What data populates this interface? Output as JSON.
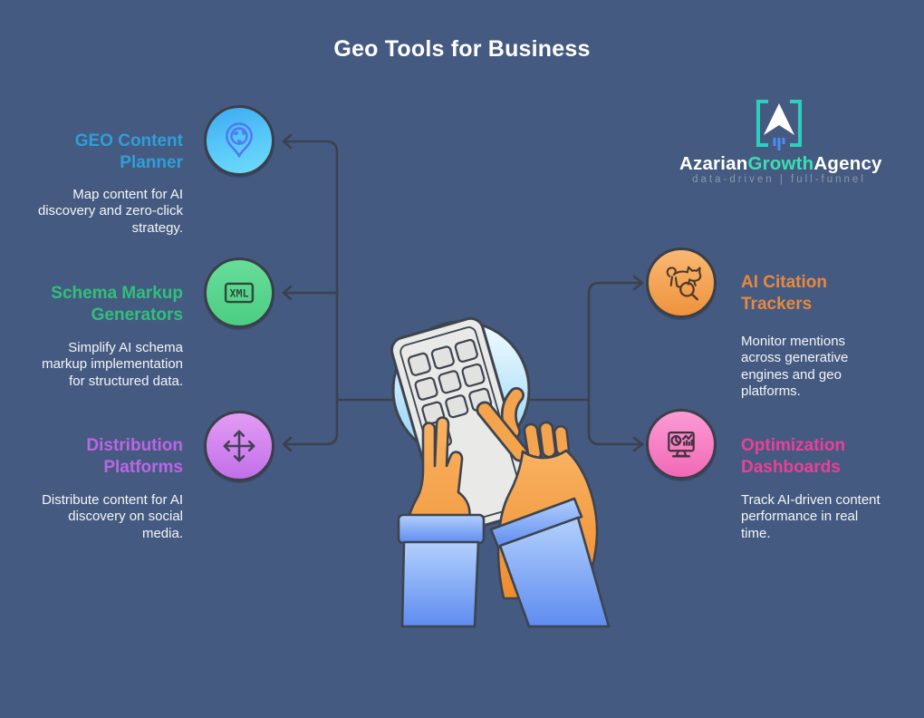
{
  "title": "Geo Tools for Business",
  "background_color": "#455a80",
  "connector_color": "#3b414d",
  "logo": {
    "mark": "bracketed-arrow-a-rocket",
    "bracket_color": "#2ccfbf",
    "exhaust_color": "#4a8df6",
    "parts": [
      "Azarian",
      "Growth",
      "Agency"
    ],
    "growth_color": "#3adfb4",
    "tagline": "data-driven | full-funnel"
  },
  "center": {
    "illustration": "hands-tapping-calculator",
    "circle_color_top": "#f2fbff",
    "circle_color_bottom": "#8fd2f5",
    "hand_color": "#f3a049",
    "sleeve_color": "#6f9af4"
  },
  "items": [
    {
      "id": "geo-content-planner",
      "side": "left",
      "title": "GEO Content Planner",
      "description": "Map content for AI discovery and zero-click strategy.",
      "accent": "#2d9fd9",
      "icon": "map-pin-globe-icon",
      "circle_colors": [
        "#3ea8f2",
        "#6edcfb"
      ]
    },
    {
      "id": "schema-markup-generators",
      "side": "left",
      "title": "Schema Markup Generators",
      "description": "Simplify AI schema markup implementation for structured data.",
      "accent": "#30c07a",
      "icon": "xml-markup-icon",
      "xml_label": "XML",
      "circle_colors": [
        "#67dd9a",
        "#4ccd83"
      ]
    },
    {
      "id": "distribution-platforms",
      "side": "left",
      "title": "Distribution Platforms",
      "description": "Distribute content for AI discovery on social media.",
      "accent": "#bb66e6",
      "icon": "move-arrows-icon",
      "circle_colors": [
        "#e29cf4",
        "#c26fe8"
      ]
    },
    {
      "id": "ai-citation-trackers",
      "side": "right",
      "title": "AI Citation Trackers",
      "description": "Monitor mentions across generative engines and geo platforms.",
      "accent": "#e6893e",
      "icon": "cat-magnifier-icon",
      "circle_colors": [
        "#f9b873",
        "#ef923c"
      ]
    },
    {
      "id": "optimization-dashboards",
      "side": "right",
      "title": "Optimization Dashboards",
      "description": "Track AI-driven content performance in real time.",
      "accent": "#ec3f97",
      "icon": "dashboard-monitor-icon",
      "circle_colors": [
        "#fa9bd5",
        "#f269b6"
      ]
    }
  ]
}
